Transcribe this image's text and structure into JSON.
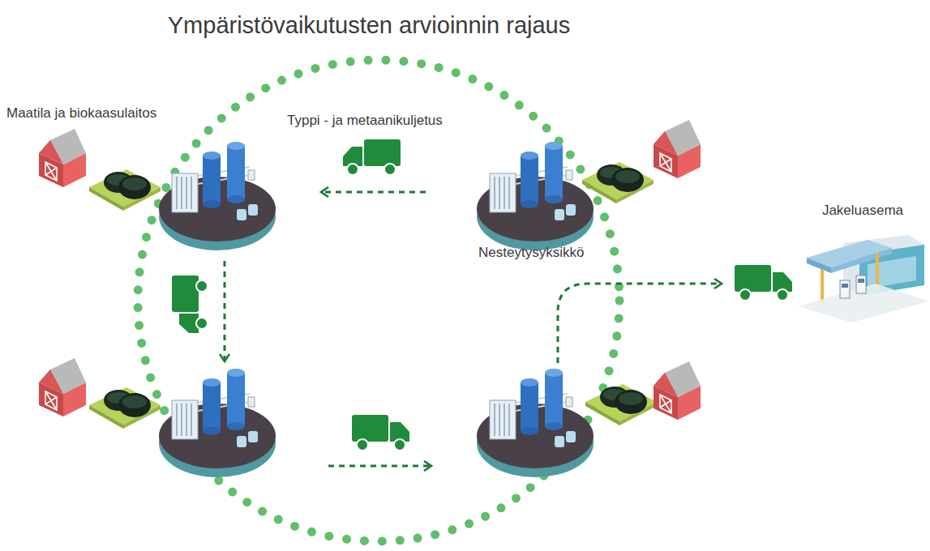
{
  "diagram": {
    "title": "Ympäristövaikutusten arvioinnin rajaus",
    "nodes": [
      {
        "text": [
          "Maatila ja biokaasulaitos"
        ]
      },
      {
        "text": [
          "Nesteytysyksikkö"
        ]
      },
      {
        "text": [
          "Jakeluasema"
        ]
      }
    ],
    "edges": [
      {
        "from": 1,
        "to": 0,
        "arrow": "to",
        "label": "Typpi - ja metaanikuljetus"
      }
    ]
  }
}
